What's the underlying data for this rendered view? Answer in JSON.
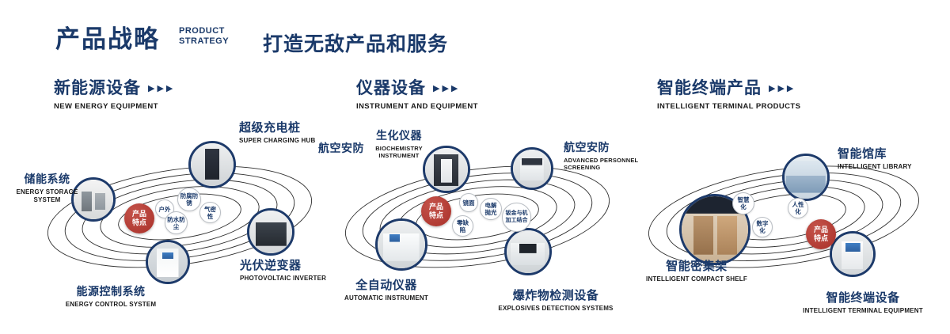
{
  "colors": {
    "navy": "#1b3a6a",
    "red": "#a93029",
    "text_dark": "#1a1a1a",
    "orbit_line": "#2f2f2f"
  },
  "header": {
    "title": "产品战略",
    "subtitle_lines": [
      "PRODUCT",
      "STRATEGY"
    ],
    "tagline": "打造无敌产品和服务"
  },
  "sections": [
    {
      "title": "新能源设备",
      "subtitle": "NEW ENERGY EQUIPMENT",
      "arrows": "▶▶▶",
      "badge": "产品特点",
      "features": [
        "户外",
        "防腐防锈",
        "气密性",
        "防水防尘"
      ],
      "products": [
        {
          "cn": "储能系统",
          "en": "ENERGY STORAGE SYSTEM"
        },
        {
          "cn": "超级充电桩",
          "en": "SUPER CHARGING HUB"
        },
        {
          "cn": "光伏逆变器",
          "en": "PHOTOVOLTAIC INVERTER"
        },
        {
          "cn": "能源控制系统",
          "en": "ENERGY CONTROL SYSTEM"
        }
      ]
    },
    {
      "title": "仪器设备",
      "subtitle": "INSTRUMENT AND EQUIPMENT",
      "arrows": "▶▶▶",
      "badge": "产品特点",
      "side_label": "航空安防",
      "features": [
        "镜面",
        "电解抛光",
        "钣金与机加工结合",
        "零缺陷"
      ],
      "products": [
        {
          "cn": "生化仪器",
          "en": "BIOCHEMISTRY INSTRUMENT"
        },
        {
          "cn": "航空安防",
          "en": "ADVANCED PERSONNEL SCREENING"
        },
        {
          "cn": "全自动仪器",
          "en": "AUTOMATIC INSTRUMENT"
        },
        {
          "cn": "爆炸物检测设备",
          "en": "EXPLOSIVES DETECTION SYSTEMS"
        }
      ]
    },
    {
      "title": "智能终端产品",
      "subtitle": "INTELLIGENT TERMINAL PRODUCTS",
      "arrows": "▶▶▶",
      "badge": "产品特点",
      "features": [
        "智慧化",
        "人性化",
        "数字化"
      ],
      "products": [
        {
          "cn": "智能馆库",
          "en": "INTELLIGENT LIBRARY"
        },
        {
          "cn": "智能密集架",
          "en": "INTELLIGENT COMPACT SHELF"
        },
        {
          "cn": "智能终端设备",
          "en": "INTELLIGENT TERMINAL EQUIPMENT"
        }
      ]
    }
  ]
}
